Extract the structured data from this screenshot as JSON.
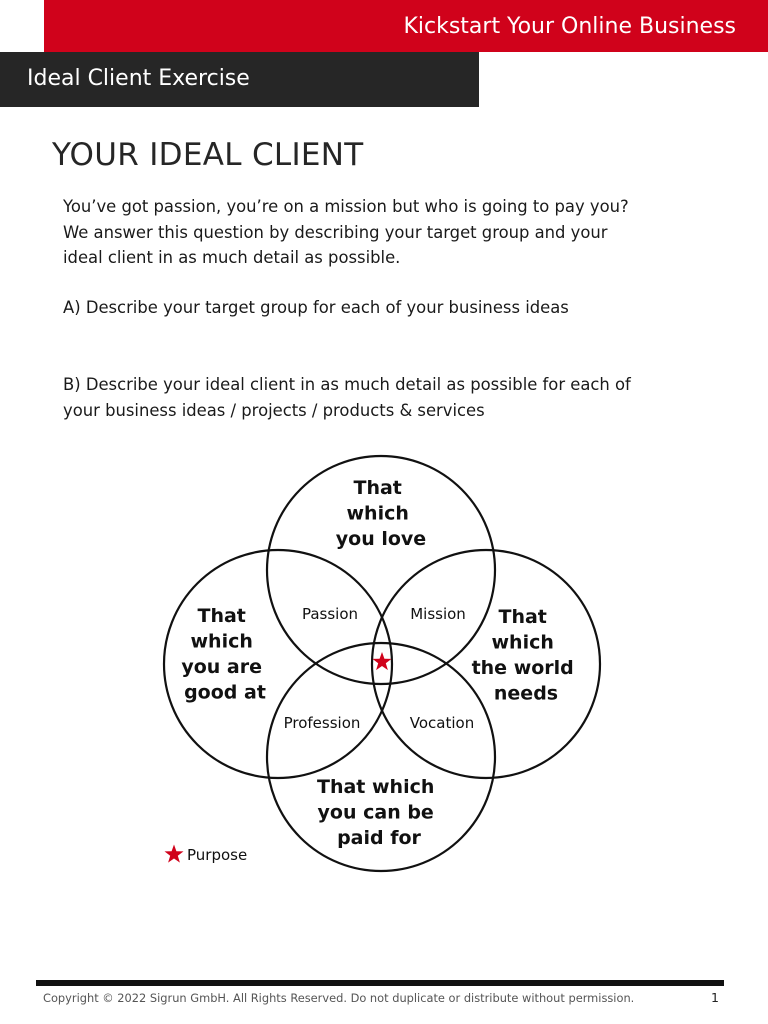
{
  "header": {
    "title": "Kickstart Your Online Business",
    "accent_color": "#d0021b"
  },
  "section": {
    "title": "Ideal Client Exercise",
    "bar_color": "#262626"
  },
  "main": {
    "title": "YOUR IDEAL CLIENT",
    "intro_lines": [
      "You’ve got passion, you’re on a mission but who is going to pay you?",
      "We answer this question by describing your target group and your",
      "ideal client in as much detail as possible."
    ],
    "question_a": "A) Describe your target group for each of your business ideas",
    "question_b_lines": [
      "B) Describe your ideal client in as much detail as possible for each of",
      "your business ideas / projects / products & services"
    ]
  },
  "venn": {
    "circles": {
      "top": [
        "That",
        "which",
        "you love"
      ],
      "left": [
        "That",
        "which",
        "you are",
        "good at"
      ],
      "right": [
        "That",
        "which",
        "the world",
        "needs"
      ],
      "bottom": [
        "That which",
        "you can be",
        "paid for"
      ]
    },
    "overlaps": {
      "top_left": "Passion",
      "top_right": "Mission",
      "bottom_left": "Profession",
      "bottom_right": "Vocation"
    },
    "center_icon": "star-icon",
    "star_color": "#d0021b",
    "legend": {
      "icon": "star-icon",
      "label": "Purpose"
    }
  },
  "footer": {
    "copyright": "Copyright © 2022  Sigrun GmbH. All Rights Reserved. Do not duplicate or distribute without permission.",
    "page_number": "1"
  }
}
